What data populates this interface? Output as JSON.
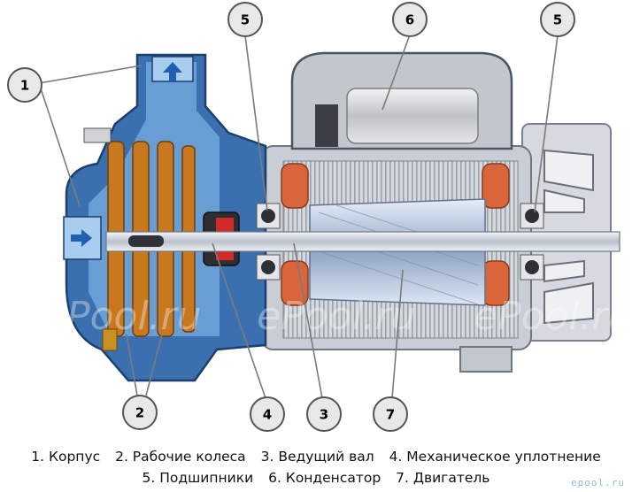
{
  "callouts": [
    {
      "id": "c1a",
      "label": "1"
    },
    {
      "id": "c5a",
      "label": "5"
    },
    {
      "id": "c6",
      "label": "6"
    },
    {
      "id": "c5b",
      "label": "5"
    },
    {
      "id": "c2",
      "label": "2"
    },
    {
      "id": "c4",
      "label": "4"
    },
    {
      "id": "c3",
      "label": "3"
    },
    {
      "id": "c7",
      "label": "7"
    }
  ],
  "legend": {
    "row1": [
      "1. Корпус",
      "2. Рабочие колеса",
      "3. Ведущий вал",
      "4. Механическое уплотнение"
    ],
    "row2": [
      "5. Подшипники",
      "6. Конденсатор",
      "7. Двигатель"
    ]
  },
  "watermark": "ePool.ru",
  "corner_logo": "epool.ru",
  "colors": {
    "housing": "#3a6fb0",
    "housing_light": "#7aaee0",
    "impeller": "#c8781e",
    "motor_body": "#c9ced6",
    "rotor": "#9fb6d4",
    "winding": "#d9663a",
    "shaft": "#d8dde4",
    "callout_fill": "#e8e8e8",
    "callout_stroke": "#555555",
    "arrow": "#1f5fb4"
  }
}
